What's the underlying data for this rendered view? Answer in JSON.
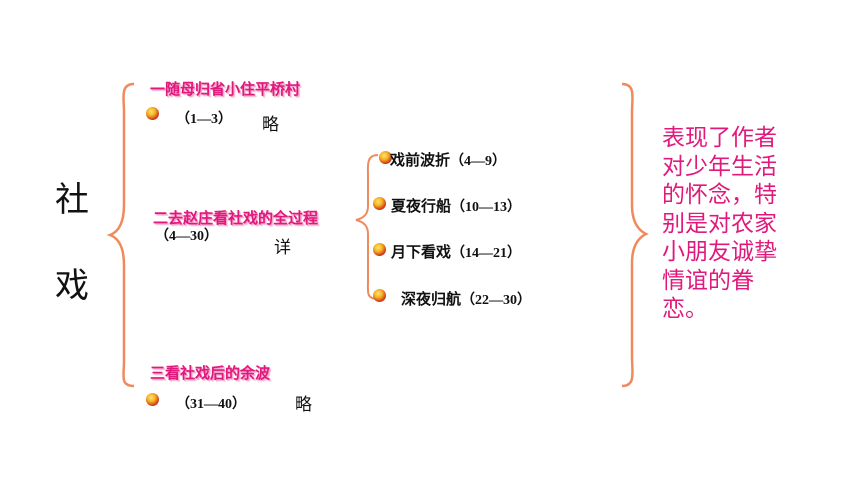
{
  "title": {
    "char1": "社",
    "char2": "戏"
  },
  "part1": {
    "heading": "一随母归省小住平桥村",
    "range": "（1—3）",
    "note": "略"
  },
  "part2": {
    "heading": "二去赵庄看社戏的全过程",
    "range": "（4—30）",
    "note": "详",
    "subsections": [
      {
        "label": "戏前波折",
        "range": "（4—9）"
      },
      {
        "label": "夏夜行船",
        "range": "（10—13）"
      },
      {
        "label": "月下看戏",
        "range": "（14—21）"
      },
      {
        "label": "深夜归航",
        "range": "（22—30）"
      }
    ]
  },
  "part3": {
    "heading": "三看社戏后的余波",
    "range": "（31—40）",
    "note": "略"
  },
  "summary": "表现了作者对少年生活的怀念，特别是对农家小朋友诚挚情谊的眷恋。",
  "colors": {
    "accent": "#e0197d",
    "brace": "#f08a5d"
  },
  "icons": [
    "bullet-icon",
    "left-brace-icon",
    "right-brace-icon"
  ]
}
